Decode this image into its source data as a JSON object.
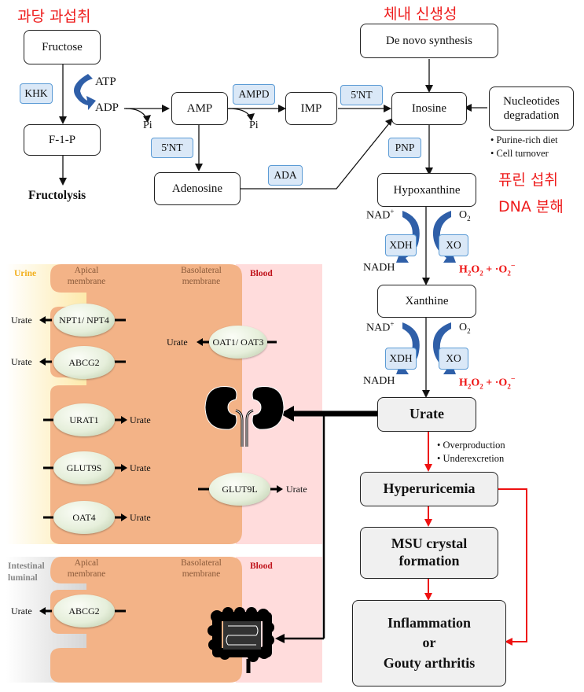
{
  "headings_kr": {
    "fructose_overintake": "과당 과섭취",
    "endogenous_synthesis": "체내 신생성",
    "purine_intake": "퓨린 섭취",
    "dna_breakdown": "DNA 분해"
  },
  "metabolites": {
    "fructose": "Fructose",
    "f1p": "F-1-P",
    "fructolysis": "Fructolysis",
    "atp": "ATP",
    "adp": "ADP",
    "pi1": "Pi",
    "pi2": "Pi",
    "amp": "AMP",
    "imp": "IMP",
    "adenosine": "Adenosine",
    "de_novo": "De novo synthesis",
    "inosine": "Inosine",
    "nucleotides_degradation": "Nucleotides degradation",
    "hypoxanthine": "Hypoxanthine",
    "xanthine": "Xanthine",
    "urate": "Urate"
  },
  "enzymes": {
    "khk": "KHK",
    "ampd": "AMPD",
    "nt5_a": "5'NT",
    "nt5_b": "5'NT",
    "ada": "ADA",
    "pnp": "PNP",
    "xdh1": "XDH",
    "xo1": "XO",
    "xdh2": "XDH",
    "xo2": "XO"
  },
  "cofactors": {
    "nad_plus": "NAD",
    "plus_sup": "+",
    "nadh": "NADH",
    "o2": "O",
    "two": "2",
    "ros_h2o2": "H",
    "ros_text": "H2O2 + ·O2−"
  },
  "nucleotide_sources": [
    "Purine-rich diet",
    "Cell turnover"
  ],
  "urate_causes": [
    "Overproduction",
    "Underexcretion"
  ],
  "outcomes": {
    "hyperuricemia": "Hyperuricemia",
    "msu": "MSU crystal formation",
    "inflammation_line1": "Inflammation",
    "inflammation_line2": "or",
    "inflammation_line3": "Gouty arthritis"
  },
  "kidney_panel": {
    "urine": "Urine",
    "apical": "Apical membrane",
    "basolateral": "Basolateral membrane",
    "blood": "Blood",
    "transporters": [
      {
        "name": "NPT1/ NPT4",
        "direction": "to urine"
      },
      {
        "name": "ABCG2",
        "direction": "to urine"
      },
      {
        "name": "URAT1",
        "direction": "to cell"
      },
      {
        "name": "GLUT9S",
        "direction": "to cell"
      },
      {
        "name": "OAT4",
        "direction": "to cell"
      },
      {
        "name": "OAT1/ OAT3",
        "direction": "to cell"
      },
      {
        "name": "GLUT9L",
        "direction": "to blood"
      }
    ],
    "urate_label": "Urate"
  },
  "intestine_panel": {
    "lumen": "Intestinal luminal",
    "apical": "Apical membrane",
    "basolateral": "Basolateral membrane",
    "blood": "Blood",
    "transporters": [
      {
        "name": "ABCG2",
        "direction": "to lumen"
      }
    ],
    "urate_label": "Urate"
  },
  "colors": {
    "korean_heading": "#ee1c1c",
    "enzyme_fill": "#dae8f7",
    "enzyme_border": "#5b9bd5",
    "curved_arrow": "#2f5fa8",
    "pathology_arrow": "#ee1111",
    "cell_fill": "#f3b387",
    "blood_fill": "#ffdcdc",
    "urine_fill": "#fde9a8"
  }
}
